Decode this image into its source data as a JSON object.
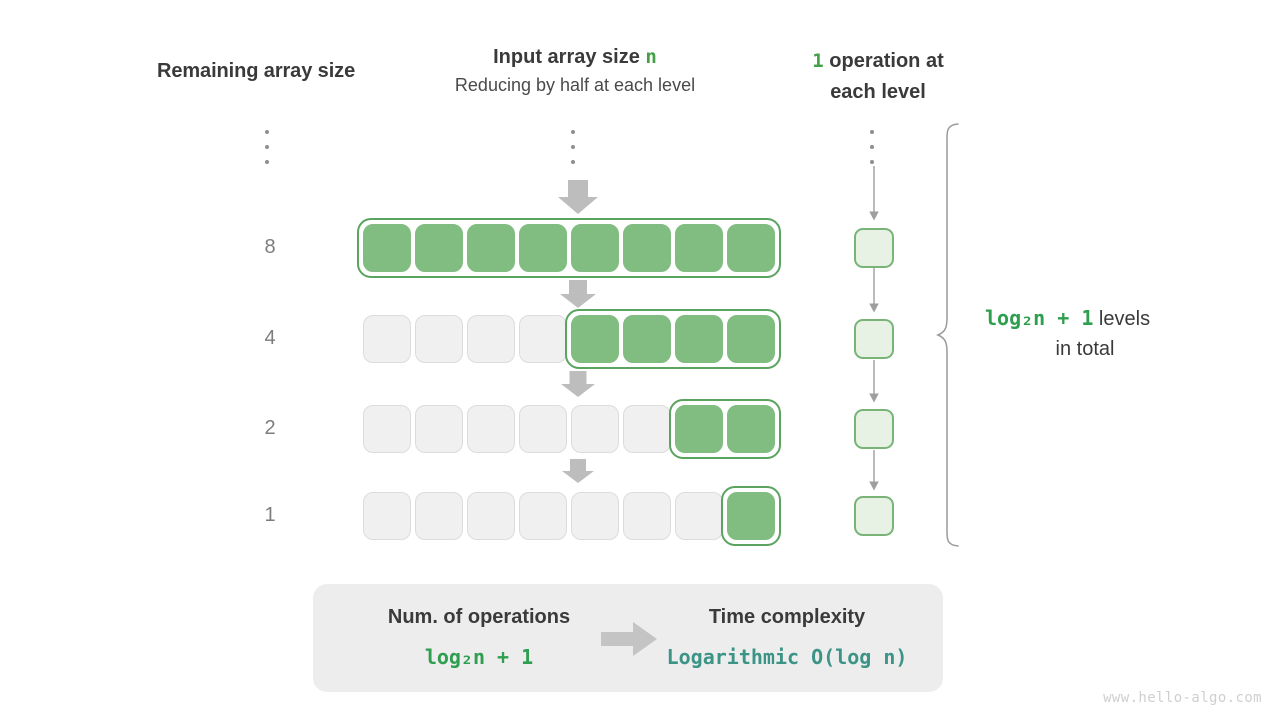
{
  "headers": {
    "left": "Remaining array size",
    "mid_title_prefix": "Input array size ",
    "mid_title_symbol": "n",
    "mid_subtitle": "Reducing by half at each level",
    "right_count": "1",
    "right_text_line1": " operation at",
    "right_text_line2": "each level"
  },
  "ellipsis": {
    "label": "vertical-ellipsis"
  },
  "rows": [
    {
      "size_label": "8",
      "total_cells": 8,
      "active_from": 0,
      "active_count": 8
    },
    {
      "size_label": "4",
      "total_cells": 8,
      "active_from": 4,
      "active_count": 4
    },
    {
      "size_label": "2",
      "total_cells": 8,
      "active_from": 6,
      "active_count": 2
    },
    {
      "size_label": "1",
      "total_cells": 8,
      "active_from": 7,
      "active_count": 1
    }
  ],
  "operations": {
    "boxes": 4,
    "box_value": ""
  },
  "annotation": {
    "formula": "log₂n + 1",
    "formula_suffix": " levels",
    "line2": "in total"
  },
  "summary": {
    "left_title": "Num. of operations",
    "left_value": "log₂n + 1",
    "arrow": "right-arrow-icon",
    "right_title": "Time complexity",
    "right_value": "Logarithmic  O(log n)"
  },
  "watermark": "www.hello-algo.com",
  "colors": {
    "active_green": "#81bd81",
    "group_border_green": "#5aa45f",
    "op_fill": "#e7f2e4",
    "op_border": "#79b377",
    "inactive_fill": "#f0f0f0",
    "inactive_border": "#dcdcdc",
    "accent_green": "#2e9e4f",
    "accent_teal": "#3c9487",
    "arrow_gray": "#bdbdbd",
    "text_dark": "#3a3a3a",
    "text_gray": "#7d7d7d",
    "summary_bg": "#ededed",
    "watermark_gray": "#cfcfcf"
  }
}
